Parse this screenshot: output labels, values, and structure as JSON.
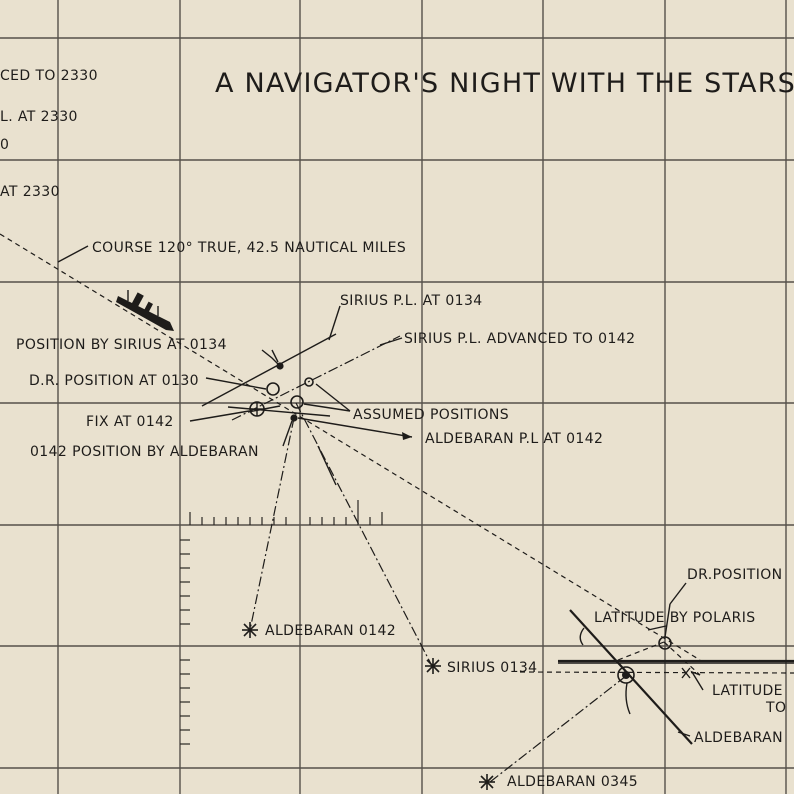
{
  "title": "A NAVIGATOR'S NIGHT WITH THE STARS",
  "legend": {
    "line1": "CED TO 2330",
    "line2": "L. AT 2330",
    "line3": "0",
    "line4": "AT 2330"
  },
  "labels": {
    "course": "COURSE 120° TRUE,  42.5 NAUTICAL MILES",
    "sirius_pl_0134": "SIRIUS P.L. AT 0134",
    "sirius_pl_advanced": "SIRIUS P.L. ADVANCED TO 0142",
    "position_by_sirius": "POSITION BY SIRIUS  AT 0134",
    "dr_position_0130": "D.R. POSITION  AT 0130",
    "assumed_positions": "ASSUMED POSITIONS",
    "fix_0142": "FIX AT 0142",
    "aldebaran_pl_0142": "ALDEBARAN P.L AT 0142",
    "position_by_aldebaran": "0142 POSITION BY ALDEBARAN",
    "aldebaran_0142": "ALDEBARAN 0142",
    "sirius_0134": "SIRIUS 0134",
    "dr_position_right": "DR.POSITION",
    "latitude_by_polaris": "LATITUDE BY POLARIS",
    "latitude_to_1": "LATITUDE",
    "latitude_to_2": "TO",
    "aldebaran_right": "ALDEBARAN",
    "aldebaran_0345": "ALDEBARAN 0345"
  },
  "colors": {
    "paper": "#e9e1cf",
    "ink": "#1e1c1a",
    "grid": "#55504a"
  }
}
